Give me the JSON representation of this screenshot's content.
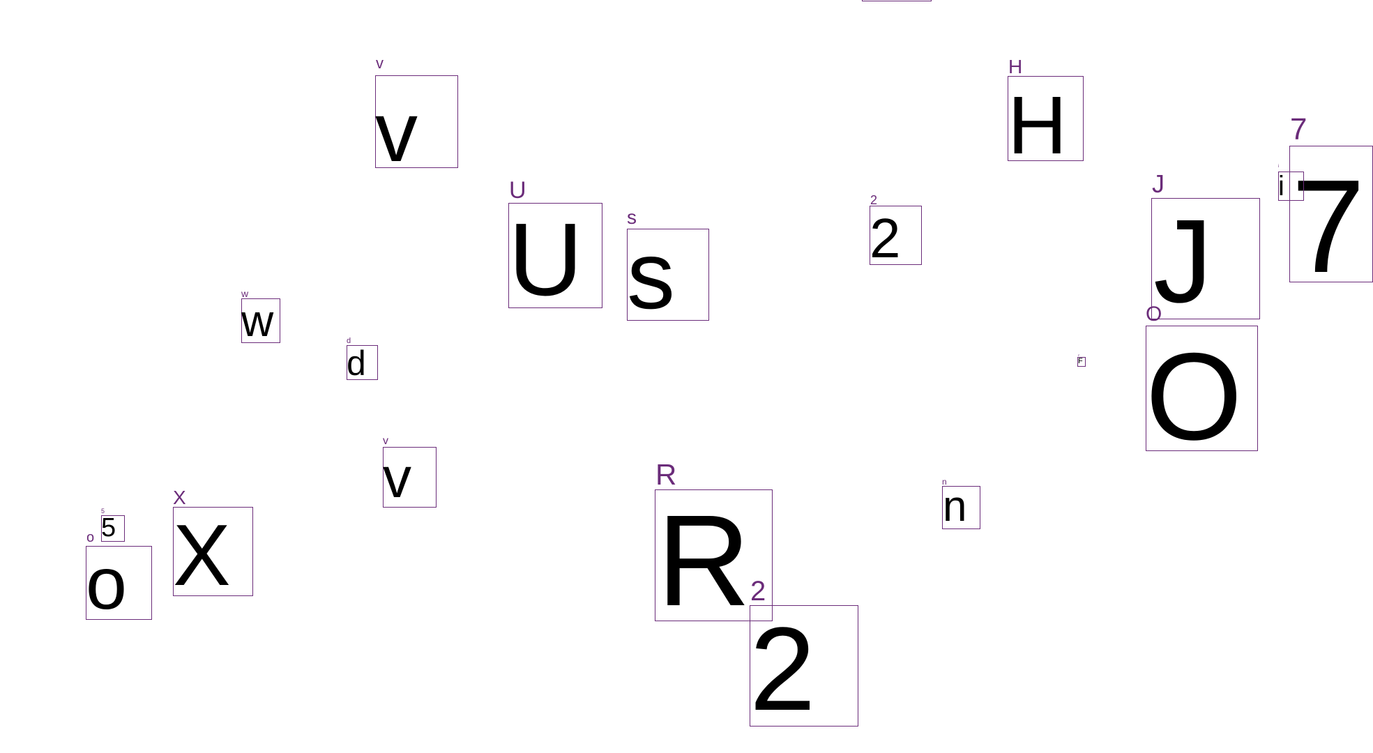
{
  "accent_color": "#6b2c7a",
  "glyph_color": "#000000",
  "items": [
    {
      "tag": "v",
      "glyph": "v"
    },
    {
      "tag": "H",
      "glyph": "H"
    },
    {
      "tag": "7",
      "glyph": "7"
    },
    {
      "tag": "U",
      "glyph": "U"
    },
    {
      "tag": "s",
      "glyph": "s"
    },
    {
      "tag": "2",
      "glyph": "2"
    },
    {
      "tag": "J",
      "glyph": "J"
    },
    {
      "tag": "i",
      "glyph": "i"
    },
    {
      "tag": "w",
      "glyph": "w"
    },
    {
      "tag": "d",
      "glyph": "d"
    },
    {
      "tag": "O",
      "glyph": "O"
    },
    {
      "tag": "F",
      "glyph": "F"
    },
    {
      "tag": "v",
      "glyph": "v"
    },
    {
      "tag": "R",
      "glyph": "R"
    },
    {
      "tag": "n",
      "glyph": "n"
    },
    {
      "tag": "5",
      "glyph": "5"
    },
    {
      "tag": "X",
      "glyph": "X"
    },
    {
      "tag": "o",
      "glyph": "o"
    },
    {
      "tag": "2",
      "glyph": "2"
    }
  ]
}
